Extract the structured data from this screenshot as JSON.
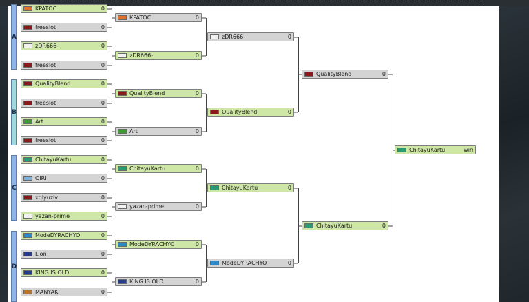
{
  "groups": [
    "A",
    "B",
    "C",
    "D"
  ],
  "round1": [
    {
      "name": "KPATOC",
      "score": "0",
      "win": true,
      "icon": "orange"
    },
    {
      "name": "freeslot",
      "score": "0",
      "win": false,
      "icon": "red"
    },
    {
      "name": "zDR666-",
      "score": "0",
      "win": true,
      "icon": "white"
    },
    {
      "name": "freeslot",
      "score": "0",
      "win": false,
      "icon": "red"
    },
    {
      "name": "QualityBlend",
      "score": "0",
      "win": true,
      "icon": "red"
    },
    {
      "name": "freeslot",
      "score": "0",
      "win": false,
      "icon": "red"
    },
    {
      "name": "Art",
      "score": "0",
      "win": true,
      "icon": "green"
    },
    {
      "name": "freeslot",
      "score": "0",
      "win": false,
      "icon": "red"
    },
    {
      "name": "ChitayuKartu",
      "score": "0",
      "win": true,
      "icon": "teal"
    },
    {
      "name": "OIRI",
      "score": "0",
      "win": false,
      "icon": "blue"
    },
    {
      "name": "xqlyuziv",
      "score": "0",
      "win": false,
      "icon": "red"
    },
    {
      "name": "yazan-prime",
      "score": "0",
      "win": true,
      "icon": "white"
    },
    {
      "name": "ModeDYRACHYO",
      "score": "0",
      "win": true,
      "icon": "cyan"
    },
    {
      "name": "Lion",
      "score": "0",
      "win": false,
      "icon": "navy"
    },
    {
      "name": "KING.IS.OLD",
      "score": "0",
      "win": true,
      "icon": "navy"
    },
    {
      "name": "MANYAK",
      "score": "0",
      "win": false,
      "icon": "brown"
    }
  ],
  "round2": [
    {
      "name": "KPATOC",
      "score": "0",
      "win": false,
      "icon": "orange"
    },
    {
      "name": "zDR666-",
      "score": "0",
      "win": true,
      "icon": "white"
    },
    {
      "name": "QualityBlend",
      "score": "0",
      "win": true,
      "icon": "red"
    },
    {
      "name": "Art",
      "score": "0",
      "win": false,
      "icon": "green"
    },
    {
      "name": "ChitayuKartu",
      "score": "0",
      "win": true,
      "icon": "teal"
    },
    {
      "name": "yazan-prime",
      "score": "0",
      "win": false,
      "icon": "white"
    },
    {
      "name": "ModeDYRACHYO",
      "score": "0",
      "win": true,
      "icon": "cyan"
    },
    {
      "name": "KING.IS.OLD",
      "score": "0",
      "win": false,
      "icon": "navy"
    }
  ],
  "round3": [
    {
      "name": "zDR666-",
      "score": "0",
      "win": false,
      "icon": "white"
    },
    {
      "name": "QualityBlend",
      "score": "0",
      "win": true,
      "icon": "red"
    },
    {
      "name": "ChitayuKartu",
      "score": "0",
      "win": true,
      "icon": "teal"
    },
    {
      "name": "ModeDYRACHYO",
      "score": "0",
      "win": false,
      "icon": "cyan"
    }
  ],
  "round4": [
    {
      "name": "QualityBlend",
      "score": "0",
      "win": false,
      "icon": "red"
    },
    {
      "name": "ChitayuKartu",
      "score": "0",
      "win": true,
      "icon": "teal"
    }
  ],
  "final": {
    "name": "ChitayuKartu",
    "score": "win",
    "win": true,
    "icon": "teal"
  },
  "icon_colors": {
    "orange": "#e2712b",
    "red": "#8a1a1a",
    "white": "#f2f2f2",
    "green": "#3f9a35",
    "teal": "#2a9c74",
    "blue": "#7fb1d9",
    "cyan": "#2b88c9",
    "navy": "#263b8c",
    "brown": "#b8742c"
  },
  "group_colors": [
    "#8fb4e6",
    "#9fd9dc",
    "#8fb4e6",
    "#8fb4e6"
  ]
}
